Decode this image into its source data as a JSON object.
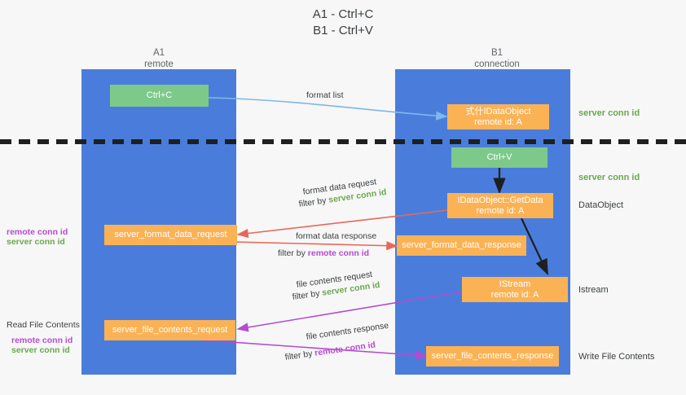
{
  "title_lines": [
    "A1 - Ctrl+C",
    "B1 - Ctrl+V"
  ],
  "columns": {
    "left": {
      "name": "A1",
      "role": "remote"
    },
    "right": {
      "name": "B1",
      "role": "connection"
    }
  },
  "colors": {
    "lane": "#4a7ddb",
    "green_box": "#7dc98a",
    "orange_box": "#fbb254",
    "server_conn": "#6aa84f",
    "remote_conn": "#b54bcf",
    "arrow_blue": "#7eb8e8",
    "arrow_red": "#e8685a",
    "arrow_magenta": "#b54bcf",
    "arrow_black": "#1f1f1f",
    "divider": "#1f1f1f",
    "background": "#f7f7f7"
  },
  "boxes": {
    "ctrl_c": "Ctrl+C",
    "ctrl_v": "Ctrl+V",
    "idataobject": {
      "line1": "式什IDataObject",
      "line2": "remote id: A"
    },
    "getdata": {
      "line1": "IDataObject::GetData",
      "line2": "remote id: A"
    },
    "istream": {
      "line1": "IStream",
      "line2": "remote id: A"
    },
    "server_format_data_request": "server_format_data_request",
    "server_format_data_response": "server_format_data_response",
    "server_file_contents_request": "server_file_contents_request",
    "server_file_contents_response": "server_file_contents_response"
  },
  "arrow_labels": {
    "format_list": "format list",
    "format_data_request": "format data request",
    "format_data_request_filter_prefix": "filter by ",
    "format_data_request_filter_value": "server conn id",
    "format_data_response": "format data response",
    "format_data_response_filter_prefix": "filter by ",
    "format_data_response_filter_value": "remote conn id",
    "file_contents_request": "file contents request",
    "file_contents_request_filter_prefix": "filter by ",
    "file_contents_request_filter_value": "server conn id",
    "file_contents_response": "file contents response",
    "file_contents_response_filter_prefix": "filter by ",
    "file_contents_response_filter_value": "remote conn id"
  },
  "annotations": {
    "right_server_conn_top": "server conn id",
    "right_server_conn_mid": "server conn id",
    "right_dataobject": "DataObject",
    "right_istream": "Istream",
    "right_write_file_contents": "Write File Contents",
    "left_remote_conn_1": "remote conn id",
    "left_server_conn_1": "server conn id",
    "left_read_file_contents": "Read File Contents",
    "left_remote_conn_2": "remote conn id",
    "left_server_conn_2": "server conn id"
  }
}
